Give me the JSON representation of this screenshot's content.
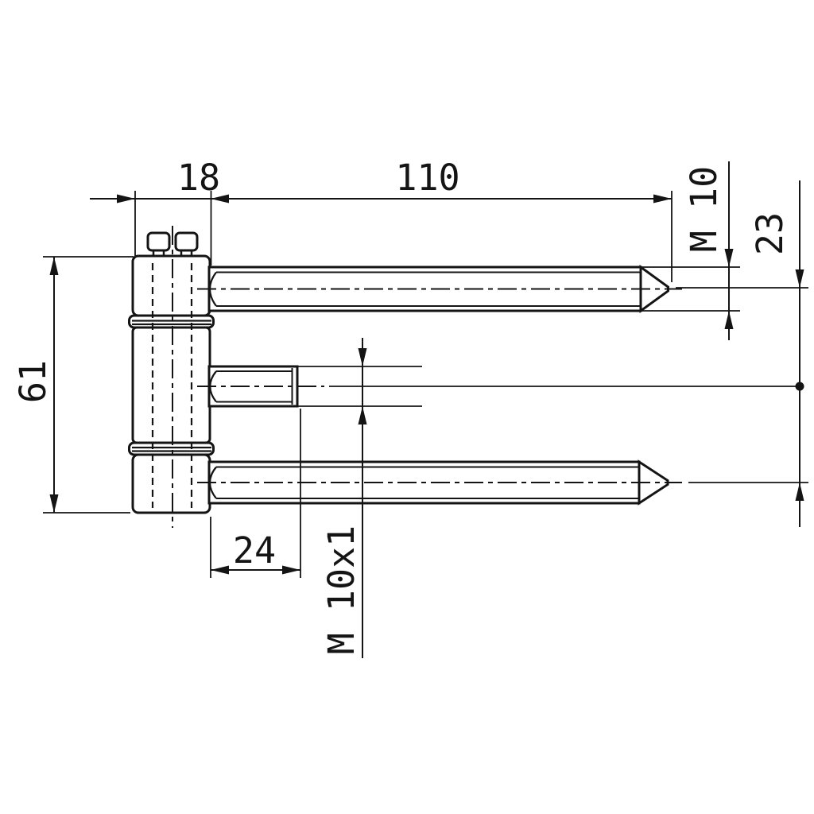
{
  "drawing": {
    "colors": {
      "line": "#141414",
      "background": "#ffffff"
    },
    "dimensions": {
      "body_width": "18",
      "pin_length": "110",
      "pin_thread": "M 10",
      "pin_offset": "23",
      "body_height": "61",
      "stub_length": "24",
      "stub_thread": "M 10x1"
    }
  }
}
